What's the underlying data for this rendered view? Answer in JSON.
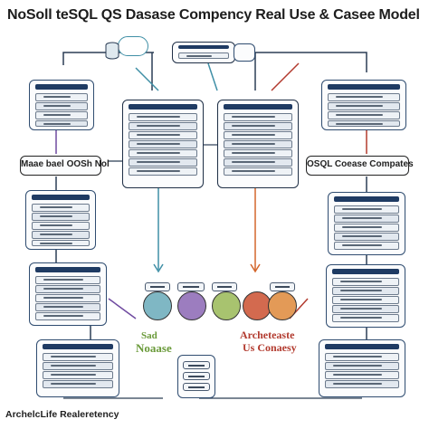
{
  "diagram": {
    "title": "NoSoll teSQL QS Dasase Compency Real Use & Casee Model",
    "left_node": "Maae bael OOSh Nol",
    "right_node": "OSQL Coease Compates",
    "center_left_caption": "Noaase",
    "center_left_caption_prefix": "Sad",
    "center_right_caption_line1": "Archeteaste",
    "center_right_caption_line2": "Us Conaesy",
    "footer": "ArchelcLife Realeretency",
    "colors": {
      "navy": "#1f3b63",
      "teal": "#3f8fa6",
      "red": "#b23a2e",
      "green": "#6a9a3a",
      "purple": "#6f4aa0",
      "orange": "#d3662c"
    },
    "icons": [
      "database-cylinder-icon",
      "arrow-icon"
    ]
  }
}
